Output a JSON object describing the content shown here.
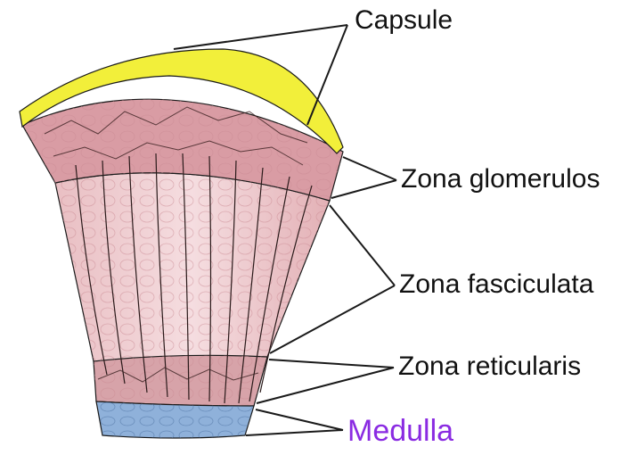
{
  "labels": {
    "capsule": "Capsule",
    "zona_glomerulosa": "Zona glomerulos",
    "zona_fasciculata": "Zona fasciculata",
    "zona_reticularis": "Zona reticularis",
    "medulla": "Medulla"
  },
  "colors": {
    "capsule": "#f2ef3a",
    "zona_glomerulosa": "#d99ca4",
    "zona_fasciculata": "#f1d3d5",
    "zona_reticularis": "#d7a3a9",
    "medulla": "#8fb1da",
    "medulla_label": "#8a2be2",
    "outline": "#1a1a1a"
  }
}
